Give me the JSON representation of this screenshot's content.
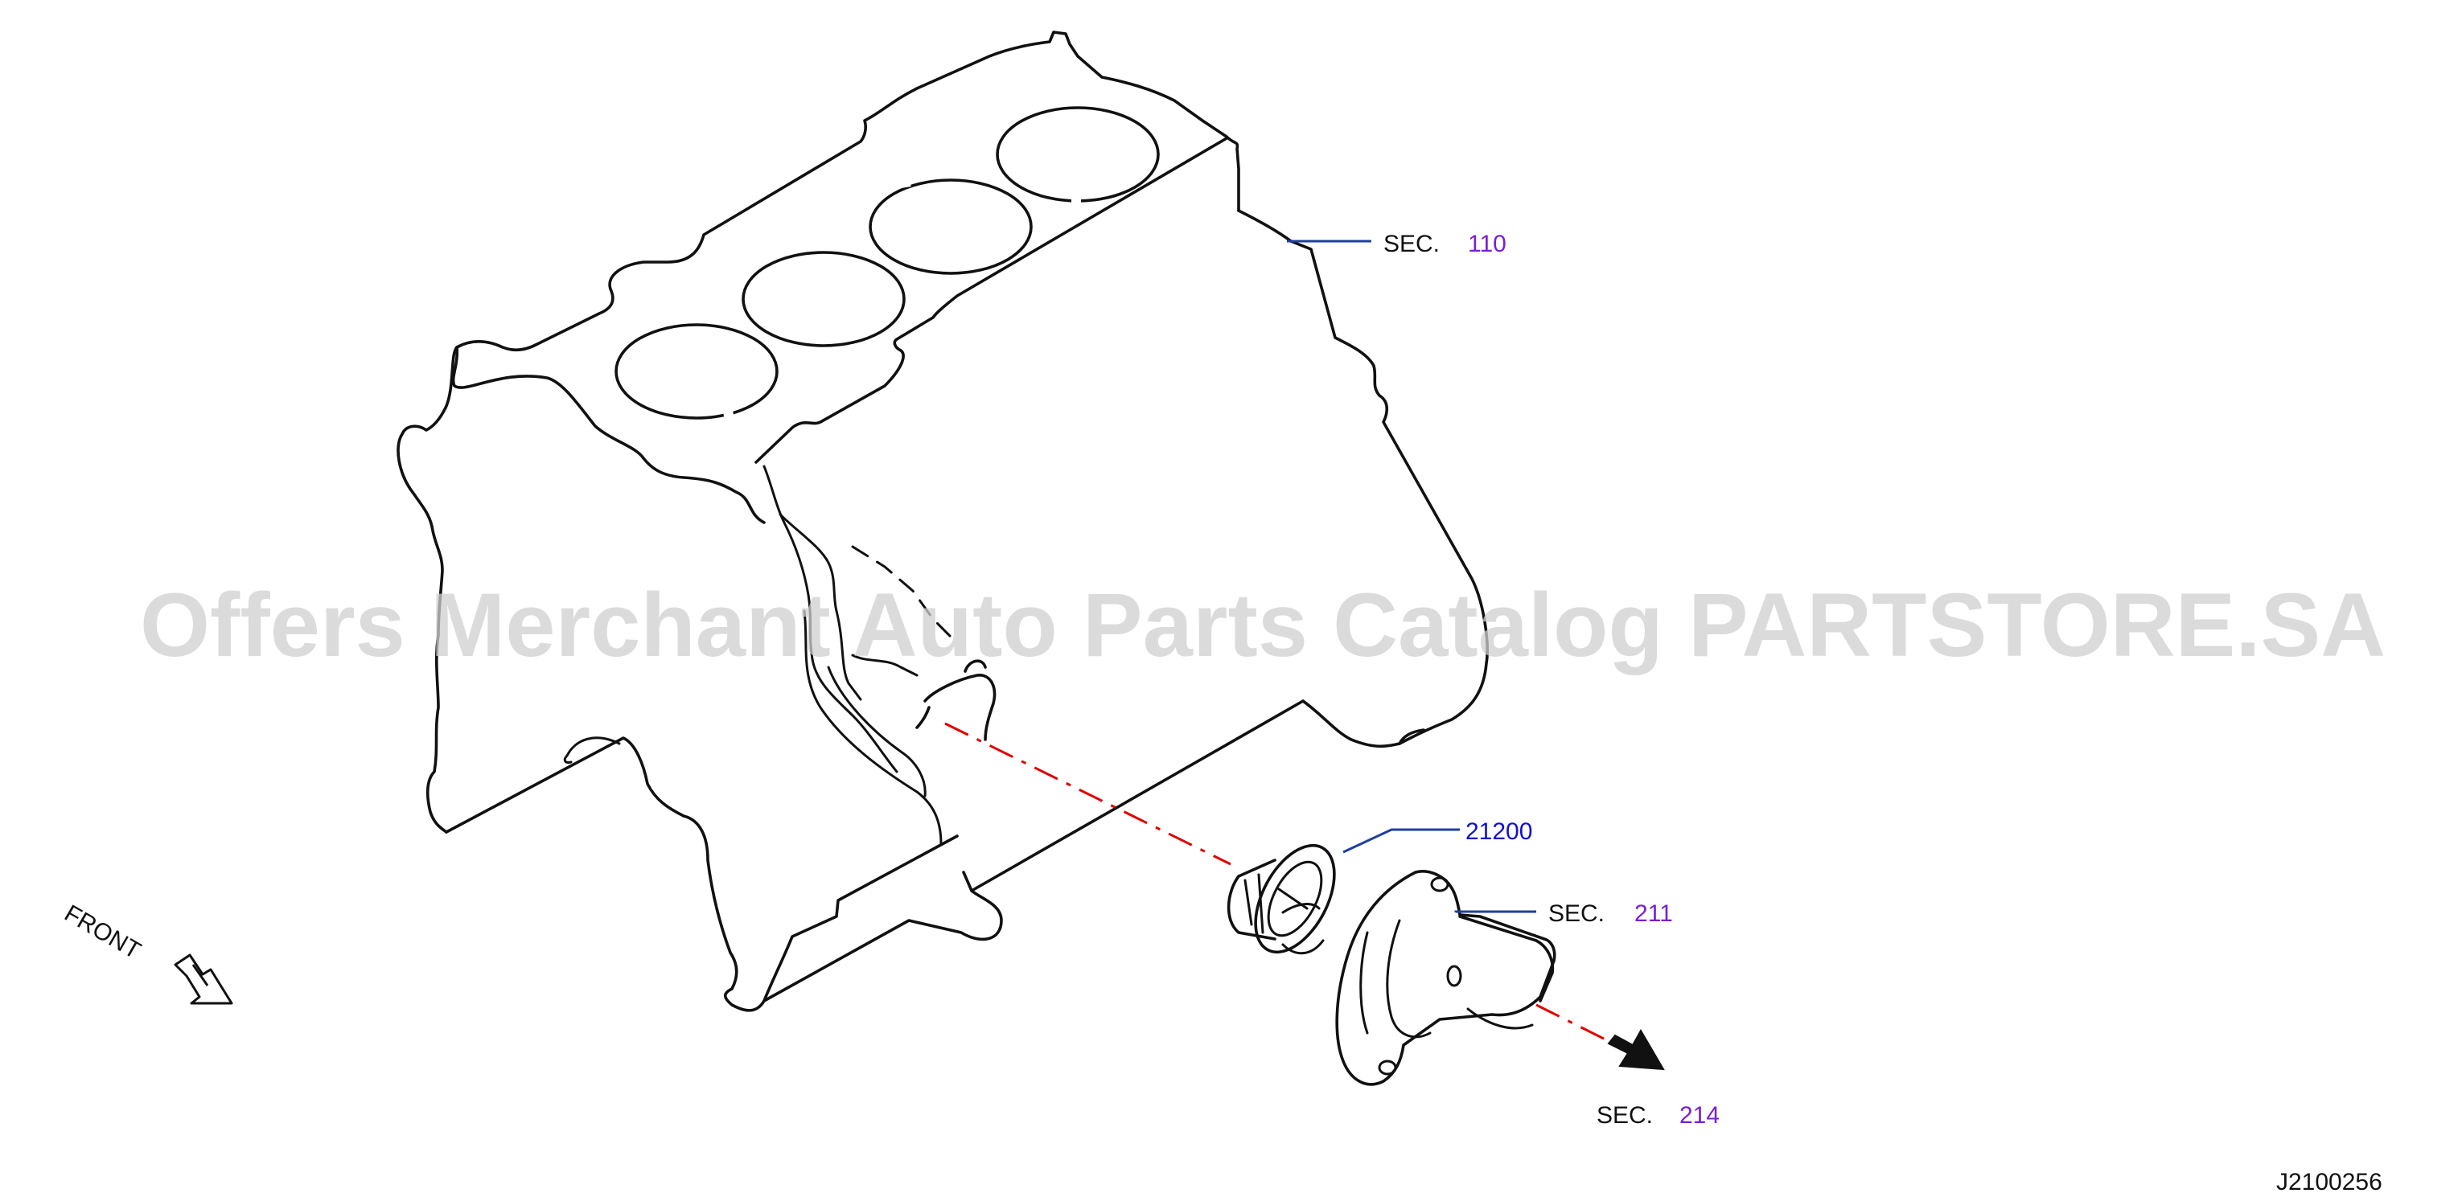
{
  "watermark": "Offers Merchant Auto Parts Catalog PARTSTORE.SA",
  "labels": {
    "sec_110_prefix": "SEC.",
    "sec_110_number": "110",
    "part_21200": "21200",
    "sec_211_prefix": "SEC.",
    "sec_211_number": "211",
    "sec_214_prefix": "SEC.",
    "sec_214_number": "214",
    "front": "FRONT",
    "diagram_id": "J2100256"
  },
  "colors": {
    "line": "#111111",
    "leader": "#1f3fa0",
    "part_number": "#1010d0",
    "section_number": "#7a1fd0",
    "callout": "#e00000",
    "watermark": "#cfcfcf"
  }
}
